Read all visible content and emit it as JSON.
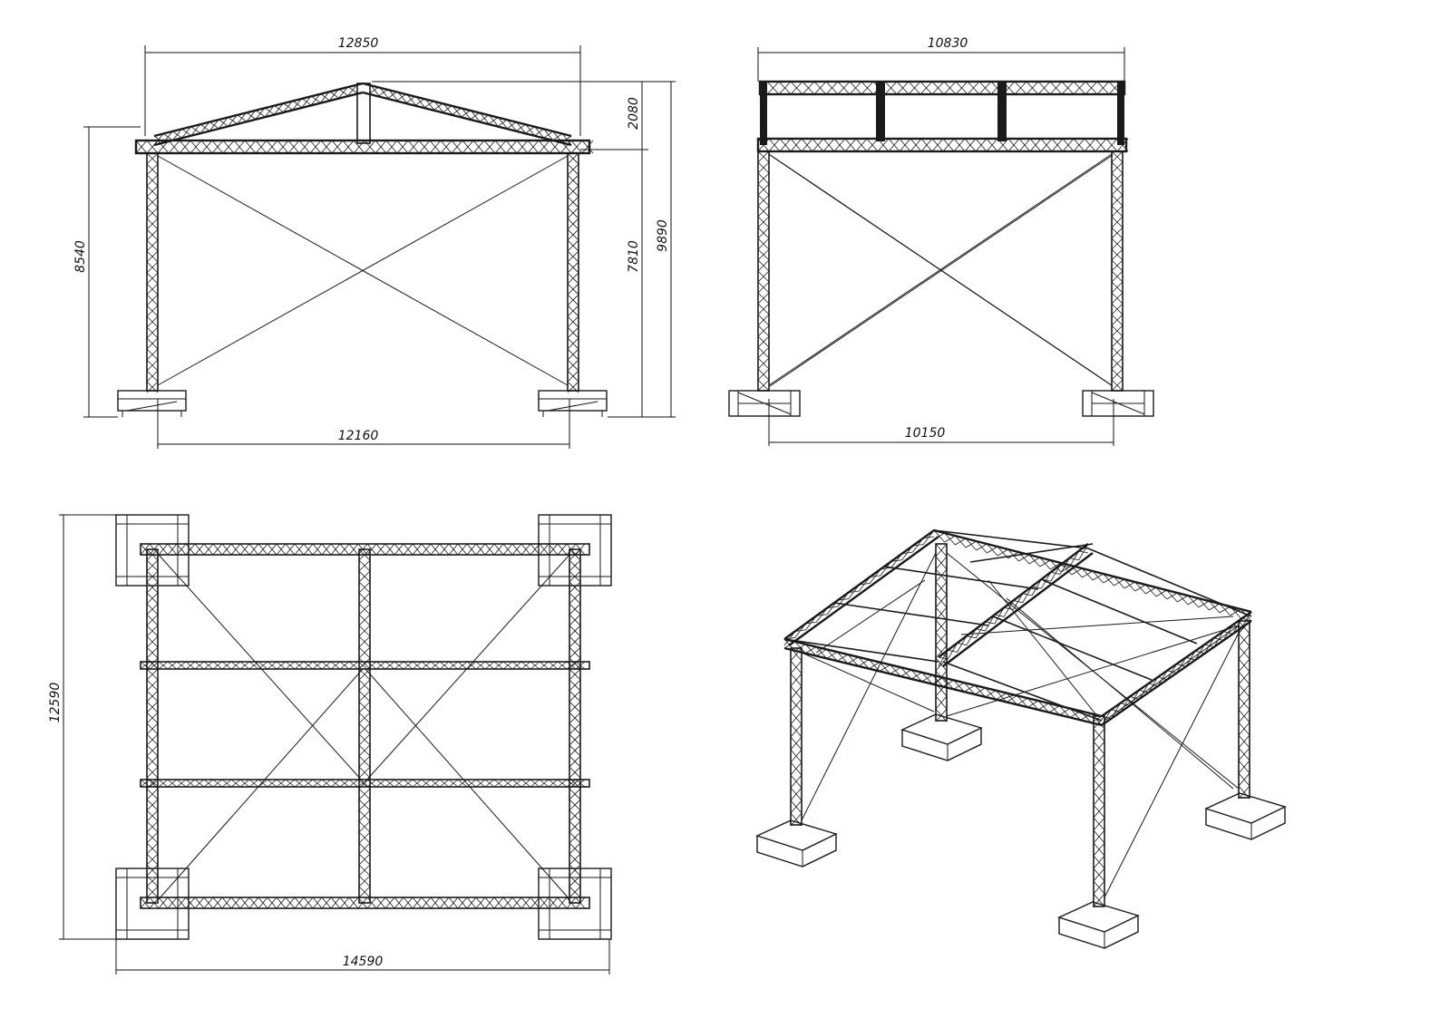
{
  "dimensions": {
    "front_top_width": "12850",
    "front_bottom_width": "12160",
    "front_column_height": "8540",
    "front_roof_rise": "2080",
    "front_eave_height": "7810",
    "front_total_height": "9890",
    "side_top_width": "10830",
    "side_bottom_width": "10150",
    "plan_width": "14590",
    "plan_depth": "12590"
  }
}
